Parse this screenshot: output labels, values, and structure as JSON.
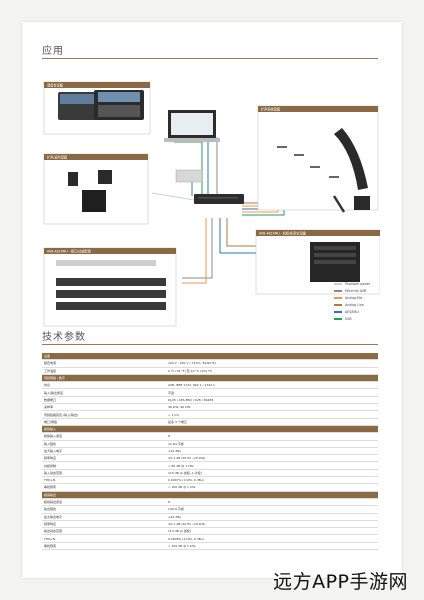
{
  "sections": {
    "application": "应用",
    "tech": "技术参数"
  },
  "legend": [
    {
      "label": "Phantom power",
      "color": "#cfcfcf"
    },
    {
      "label": "Ethernet AVB",
      "color": "#8b8b8b"
    },
    {
      "label": "Analog Mic",
      "color": "#e49b4f"
    },
    {
      "label": "Analog Line",
      "color": "#b07a46"
    },
    {
      "label": "AES/EBU",
      "color": "#2f74b3"
    },
    {
      "label": "USB",
      "color": "#2e9a5a"
    }
  ],
  "panels": {
    "console": "调音台设备",
    "tower": "扩声系统音箱",
    "stage": "扩声/返听音箱",
    "bottom_left": "AVB-4824MU · 接口/功放配置",
    "bottom_right": "AVB-4824MU · 机柜/机架式设备"
  },
  "watermark": "远方APP手游网",
  "spec_rows": [
    {
      "type": "cat",
      "label": "设备",
      "value": ""
    },
    {
      "type": "data",
      "label": "额定电源",
      "value": "100 V - 240 V / ±10%, 50/60 Hz"
    },
    {
      "type": "data",
      "label": "工作温度",
      "value": "0 °C (32 °F) 至 40 °C (104 °F)"
    },
    {
      "type": "cat",
      "label": "音频网络 / 数字",
      "value": ""
    },
    {
      "type": "data",
      "label": "协议",
      "value": "AVB, IEEE 1722, 802.1 / 1722.1"
    },
    {
      "type": "data",
      "label": "输入/输出通道",
      "value": "可选"
    },
    {
      "type": "data",
      "label": "数据端口",
      "value": "RJ-45 / AES-EBU / AVB / RS485"
    },
    {
      "type": "data",
      "label": "采样率",
      "value": "48 kHz, 96 kHz"
    },
    {
      "type": "data",
      "label": "音频链路延迟 (输入/输出)",
      "value": "< 1 ms"
    },
    {
      "type": "data",
      "label": "端口/网络",
      "value": "最多 4 个端口"
    },
    {
      "type": "cat",
      "label": "模拟输入",
      "value": ""
    },
    {
      "type": "data",
      "label": "模拟输入通道",
      "value": "8"
    },
    {
      "type": "data",
      "label": "输入阻抗",
      "value": "10 kΩ 平衡"
    },
    {
      "type": "data",
      "label": "最大输入电平",
      "value": "+22 dBu"
    },
    {
      "type": "data",
      "label": "频率响应",
      "value": "±0.1 dB (20 Hz - 20 kHz)"
    },
    {
      "type": "data",
      "label": "共模抑制",
      "value": "> 80 dB @ 1 kHz"
    },
    {
      "type": "data",
      "label": "输入动态范围",
      "value": "115 dB (A 加权, A 计权)"
    },
    {
      "type": "data",
      "label": "THD+N",
      "value": "0.0007% (1 kHz, 0 dBu)"
    },
    {
      "type": "data",
      "label": "串扰隔离",
      "value": "> 100 dB @ 1 kHz"
    },
    {
      "type": "cat",
      "label": "模拟输出",
      "value": ""
    },
    {
      "type": "data",
      "label": "模拟输出通道",
      "value": "8"
    },
    {
      "type": "data",
      "label": "输出阻抗",
      "value": "100 Ω 平衡"
    },
    {
      "type": "data",
      "label": "最大输出电平",
      "value": "+22 dBu"
    },
    {
      "type": "data",
      "label": "频率响应",
      "value": "±0.1 dB (20 Hz - 20 kHz)"
    },
    {
      "type": "data",
      "label": "输出动态范围",
      "value": "113 dB (A 加权)"
    },
    {
      "type": "data",
      "label": "THD+N",
      "value": "0.0008% (1 kHz, 0 dBu)"
    },
    {
      "type": "data",
      "label": "串扰隔离",
      "value": "> 100 dB @ 1 kHz"
    }
  ]
}
